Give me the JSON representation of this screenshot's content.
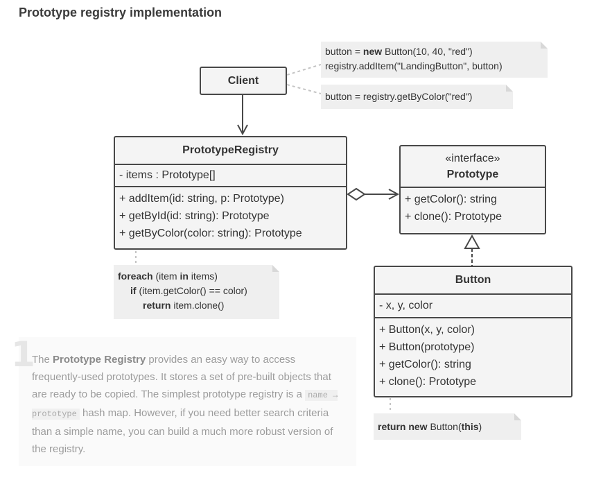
{
  "title": "Prototype registry implementation",
  "notes": {
    "client_note_1_line1_pre": "button = ",
    "client_note_1_line1_kw": "new",
    "client_note_1_line1_post": " Button(10, 40, \"red\")",
    "client_note_1_line2": "registry.addItem(\"LandingButton\", button)",
    "client_note_2": "button = registry.getByColor(\"red\")",
    "registry_note_kw1": "foreach",
    "registry_note_l1a": " (item ",
    "registry_note_kw2": "in",
    "registry_note_l1b": " items)",
    "registry_note_kw3": "if",
    "registry_note_l2": " (item.getColor() == color)",
    "registry_note_kw4": "return",
    "registry_note_l3": " item.clone()",
    "button_note_kw1": "return new",
    "button_note_mid": " Button(",
    "button_note_kw2": "this",
    "button_note_end": ")"
  },
  "classes": {
    "client": {
      "name": "Client"
    },
    "registry": {
      "name": "PrototypeRegistry",
      "fields": [
        "- items : Prototype[]"
      ],
      "methods": [
        "+ addItem(id: string, p: Prototype)",
        "+ getById(id: string): Prototype",
        "+ getByColor(color: string): Prototype"
      ]
    },
    "prototype": {
      "stereotype": "«interface»",
      "name": "Prototype",
      "methods": [
        "+ getColor(): string",
        "+ clone(): Prototype"
      ]
    },
    "button": {
      "name": "Button",
      "fields": [
        "- x, y, color"
      ],
      "methods": [
        "+ Button(x, y, color)",
        "+ Button(prototype)",
        "+ getColor(): string",
        "+ clone(): Prototype"
      ]
    }
  },
  "description": {
    "number": "1",
    "p1": "The ",
    "b1": "Prototype Registry",
    "p2": " provides an easy way to access frequently-used prototypes. It stores a set of pre-built objects that are ready to be copied. The simplest prototype registry is a ",
    "code": "name → prototype",
    "p3": " hash map. However, if you need better search criteria than a simple name, you can build a much more robust version of the registry."
  },
  "colors": {
    "border": "#484848",
    "box_fill": "#f4f4f4",
    "note_fill": "#efefef",
    "desc_text": "#9c9c9c"
  }
}
